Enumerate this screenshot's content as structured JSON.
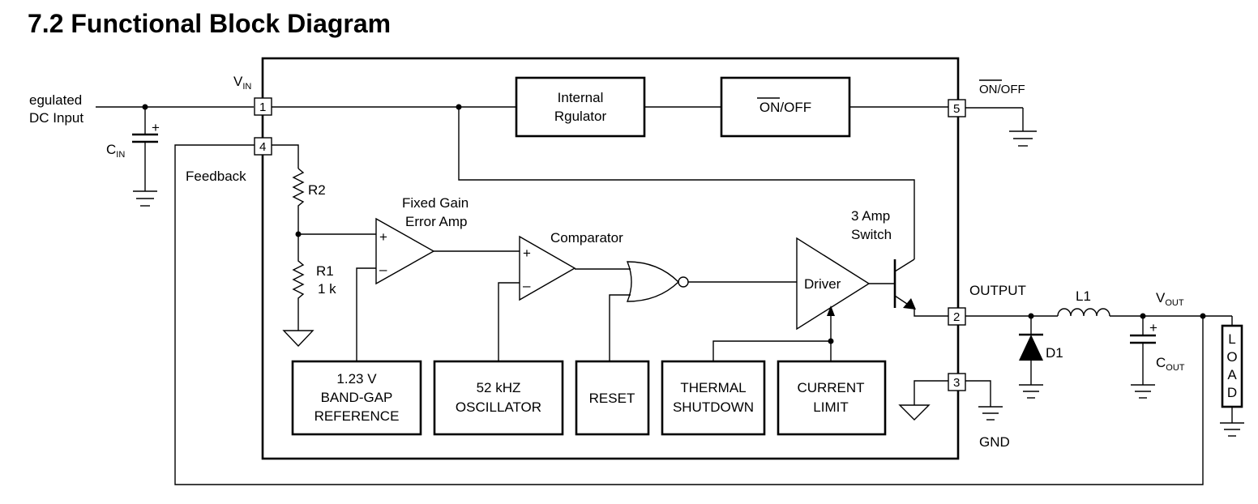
{
  "title": "7.2 Functional Block Diagram",
  "external": {
    "input_line1": "egulated",
    "input_line2": "DC Input",
    "cin": "C",
    "cin_sub": "IN",
    "vin": "V",
    "vin_sub": "IN",
    "feedback": "Feedback",
    "onoff_pin_label": "ON/OFF",
    "output": "OUTPUT",
    "l1": "L1",
    "vout": "V",
    "vout_sub": "OUT",
    "d1": "D1",
    "cout": "C",
    "cout_sub": "OUT",
    "gnd": "GND",
    "load": [
      "L",
      "O",
      "A",
      "D"
    ]
  },
  "pins": [
    "1",
    "4",
    "5",
    "2",
    "3"
  ],
  "blocks": {
    "internal_regulator": [
      "Internal",
      "Rgulator"
    ],
    "onoff": "ON/OFF",
    "bandgap": [
      "1.23 V",
      "BAND-GAP",
      "REFERENCE"
    ],
    "oscillator": [
      "52 kHZ",
      "OSCILLATOR"
    ],
    "reset": "RESET",
    "thermal": [
      "THERMAL",
      "SHUTDOWN"
    ],
    "current_limit": [
      "CURRENT",
      "LIMIT"
    ],
    "driver": "Driver"
  },
  "internal": {
    "r2": "R2",
    "r1": "R1",
    "r1_value": "1 k",
    "error_amp": [
      "Fixed Gain",
      "Error Amp"
    ],
    "comparator": "Comparator",
    "switch": [
      "3 Amp",
      "Switch"
    ],
    "plus": "+",
    "minus": "–"
  }
}
